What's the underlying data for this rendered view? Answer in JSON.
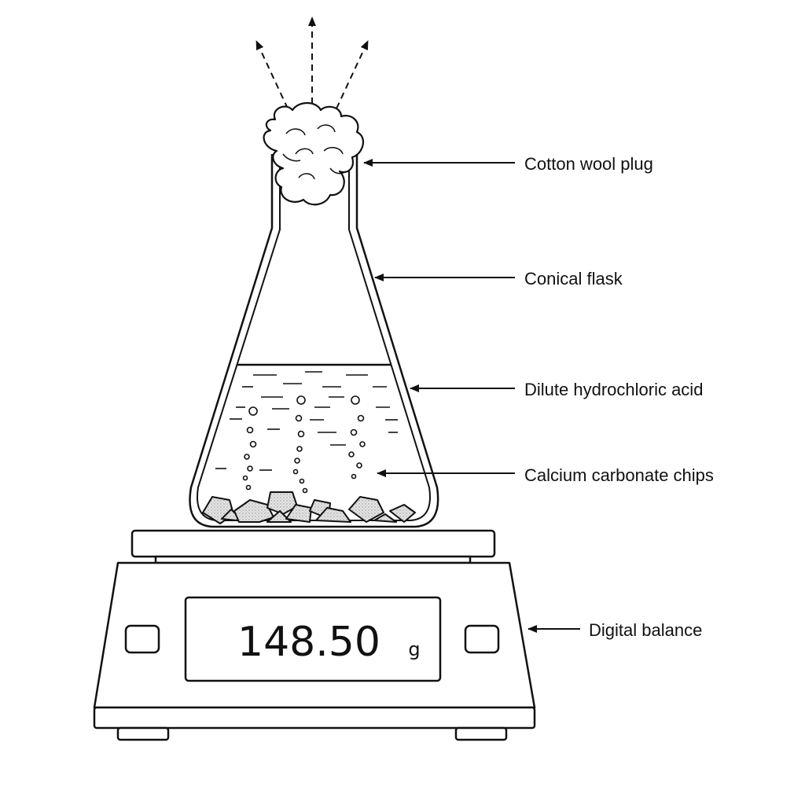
{
  "labels": {
    "cotton_wool_plug": "Cotton wool plug",
    "conical_flask": "Conical flask",
    "dilute_hcl": "Dilute hydrochloric acid",
    "calcium_carbonate_chips": "Calcium carbonate chips",
    "digital_balance": "Digital balance"
  },
  "balance": {
    "reading": "148.50",
    "unit": "g"
  },
  "colors": {
    "line": "#111111",
    "chip_fill": "#d9d9d9",
    "background": "#ffffff"
  }
}
